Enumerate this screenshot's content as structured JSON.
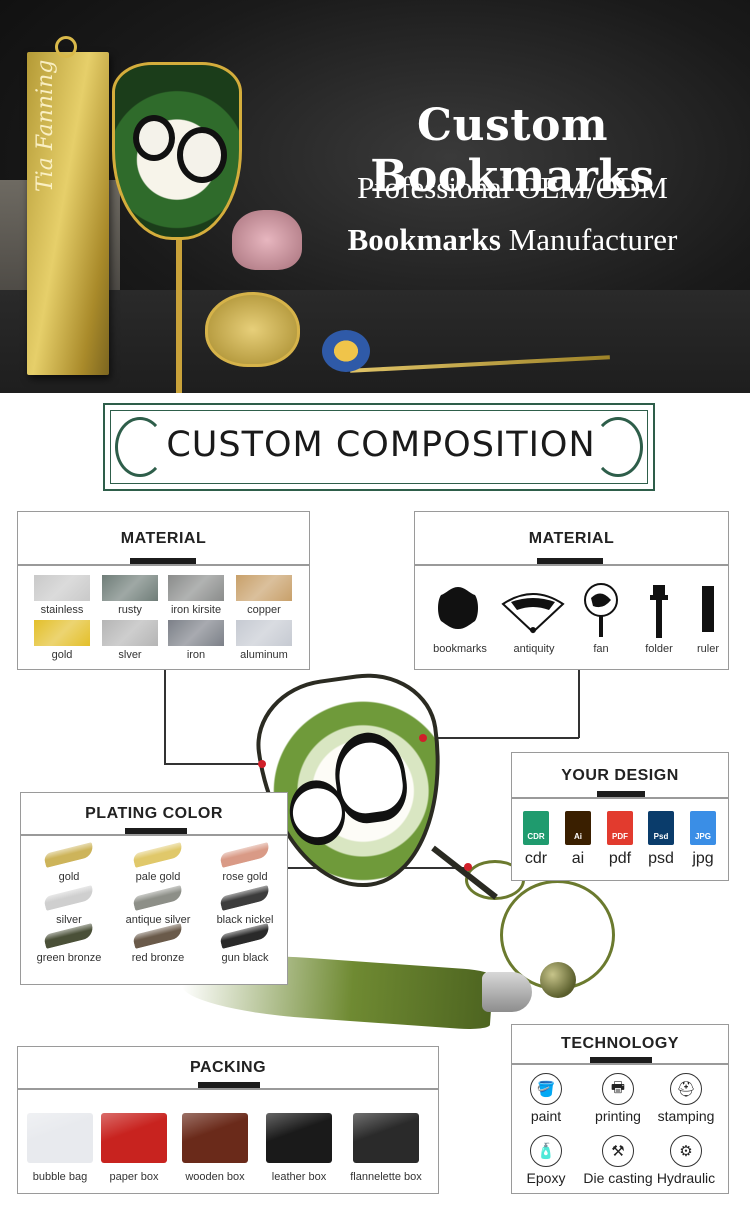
{
  "hero": {
    "title": "Custom Bookmarks",
    "subtitle_line1": "Professional OEM/ODM",
    "subtitle_line2_bold": "Bookmarks",
    "subtitle_line2_rest": " Manufacturer",
    "bookmark_engraving": "Tia Fanning"
  },
  "banner": {
    "title": "CUSTOM COMPOSITION"
  },
  "material_left": {
    "title": "MATERIAL",
    "items": [
      {
        "label": "stainless",
        "color": "#c9c9c9"
      },
      {
        "label": "rusty",
        "color": "#6f7d78"
      },
      {
        "label": "iron kirsite",
        "color": "#8a8c8b"
      },
      {
        "label": "copper",
        "color": "#c8a06a"
      },
      {
        "label": "gold",
        "color": "#e3bf2a"
      },
      {
        "label": "slver",
        "color": "#b5b5b5"
      },
      {
        "label": "iron",
        "color": "#7c8088"
      },
      {
        "label": "aluminum",
        "color": "#c6cad2"
      }
    ]
  },
  "material_right": {
    "title": "MATERIAL",
    "items": [
      {
        "label": "bookmarks",
        "icon": "bookmark-shape-icon"
      },
      {
        "label": "antiquity",
        "icon": "folding-fan-icon"
      },
      {
        "label": "fan",
        "icon": "round-fan-icon"
      },
      {
        "label": "folder",
        "icon": "clip-icon"
      },
      {
        "label": "ruler",
        "icon": "ruler-icon"
      }
    ]
  },
  "your_design": {
    "title": "YOUR DESIGN",
    "files": [
      {
        "label": "cdr",
        "badge": "CDR",
        "color": "#1f9b6e"
      },
      {
        "label": "ai",
        "badge": "Ai",
        "color": "#3a1f00"
      },
      {
        "label": "pdf",
        "badge": "PDF",
        "color": "#e23b2e"
      },
      {
        "label": "psd",
        "badge": "Psd",
        "color": "#0a3c6b"
      },
      {
        "label": "jpg",
        "badge": "JPG",
        "color": "#3a8ee6"
      }
    ]
  },
  "plating": {
    "title": "PLATING COLOR",
    "items": [
      {
        "label": "gold",
        "color": "#cdb45a"
      },
      {
        "label": "pale gold",
        "color": "#e0c86a"
      },
      {
        "label": "rose gold",
        "color": "#d99a86"
      },
      {
        "label": "silver",
        "color": "#cfcfcf"
      },
      {
        "label": "antique silver",
        "color": "#8d8f88"
      },
      {
        "label": "black nickel",
        "color": "#3c3c3c"
      },
      {
        "label": "green bronze",
        "color": "#4a5038"
      },
      {
        "label": "red bronze",
        "color": "#6a5a4a"
      },
      {
        "label": "gun black",
        "color": "#2a2a2a"
      }
    ]
  },
  "packing": {
    "title": "PACKING",
    "items": [
      {
        "label": "bubble bag",
        "color": "#e8eaee"
      },
      {
        "label": "paper box",
        "color": "#c8231f"
      },
      {
        "label": "wooden box",
        "color": "#6a2a1a"
      },
      {
        "label": "leather box",
        "color": "#1a1a1a"
      },
      {
        "label": "flannelette box",
        "color": "#2a2a2a"
      }
    ]
  },
  "technology": {
    "title": "TECHNOLOGY",
    "items": [
      {
        "label": "paint",
        "icon": "paint-bucket-icon",
        "glyph": "🪣"
      },
      {
        "label": "printing",
        "icon": "printer-icon",
        "glyph": "🖶"
      },
      {
        "label": "stamping",
        "icon": "stamp-icon",
        "glyph": "⛑"
      },
      {
        "label": "Epoxy",
        "icon": "glue-bottle-icon",
        "glyph": "🧴"
      },
      {
        "label": "Die casting",
        "icon": "anvil-icon",
        "glyph": "⚒"
      },
      {
        "label": "Hydraulic",
        "icon": "hydraulic-icon",
        "glyph": "⚙"
      }
    ]
  }
}
